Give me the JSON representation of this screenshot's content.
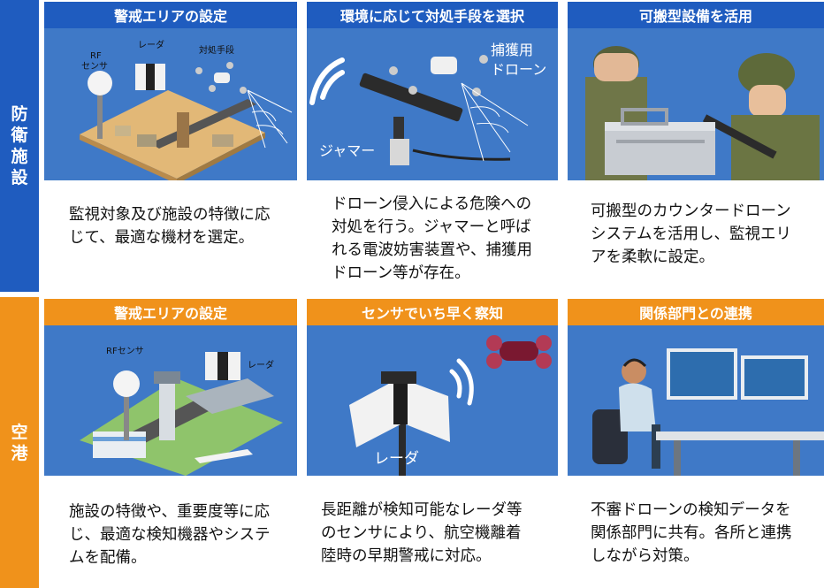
{
  "colors": {
    "blue": "#1f5cbf",
    "orange": "#f0921b",
    "picture_bg": "#3f79c7"
  },
  "rows": [
    {
      "label": "防衛施設",
      "cards": [
        {
          "title": "警戒エリアの設定",
          "description": "監視対象及び施設の特徴に応じて、最適な機材を選定。",
          "image_labels": {
            "rf": "RF",
            "rf2": "センサ",
            "radar": "レーダ",
            "counter": "対処手段"
          }
        },
        {
          "title": "環境に応じて対処手段を選択",
          "description": "ドローン侵入による危険への対処を行う。ジャマーと呼ばれる電波妨害装置や、捕獲用ドローン等が存在。",
          "image_labels": {
            "capture1": "捕獲用",
            "capture2": "ドローン",
            "jammer": "ジャマー"
          }
        },
        {
          "title": "可搬型設備を活用",
          "description": "可搬型のカウンタードローンシステムを活用し、監視エリアを柔軟に設定。"
        }
      ]
    },
    {
      "label": "空港",
      "cards": [
        {
          "title": "警戒エリアの設定",
          "description": "施設の特徴や、重要度等に応じ、最適な検知機器やシステムを配備。",
          "image_labels": {
            "rf": "RFセンサ",
            "radar": "レーダ"
          }
        },
        {
          "title": "センサでいち早く察知",
          "description": "長距離が検知可能なレーダ等のセンサにより、航空機離着陸時の早期警戒に対応。",
          "image_labels": {
            "radar": "レーダ"
          }
        },
        {
          "title": "関係部門との連携",
          "description": "不審ドローンの検知データを関係部門に共有。各所と連携しながら対策。"
        }
      ]
    }
  ]
}
